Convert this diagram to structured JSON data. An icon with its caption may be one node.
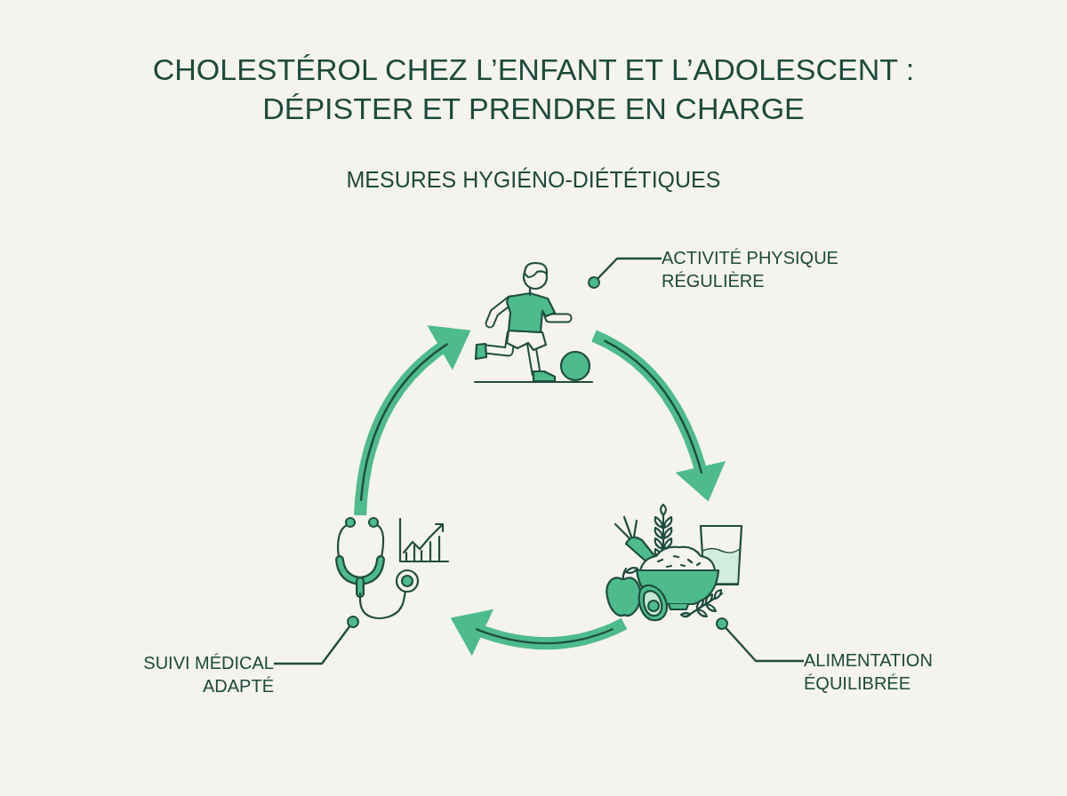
{
  "diagram": {
    "title": "CHOLESTÉROL CHEZ L’ENFANT ET L’ADOLESCENT : DÉPISTER ET PRENDRE EN CHARGE",
    "nodes": [
      {
        "text": [
          "ACTIVITÉ PHYSIQUE RÉGULIÈRE"
        ]
      },
      {
        "text": [],
        "shape": "picture"
      },
      {
        "text": [],
        "shape": "picture"
      },
      {
        "text": [
          "ALIMENTATION ÉQUILIBRÉE"
        ]
      },
      {
        "text": [],
        "shape": "picture"
      },
      {
        "text": [
          "SUIVI MÉDICAL ADAPTÉ"
        ]
      }
    ],
    "edges": [
      {
        "from": 1,
        "to": 2,
        "arrow": "to",
        "style": "thick",
        "color": "#4dbb8c"
      },
      {
        "from": 2,
        "to": 4,
        "arrow": "to",
        "style": "thick",
        "color": "#4dbb8c"
      },
      {
        "from": 4,
        "to": 1,
        "arrow": "to",
        "style": "thick",
        "color": "#4dbb8c"
      },
      {
        "from": 0,
        "to": 1,
        "arrow": "other",
        "color": "#1f4d3f"
      },
      {
        "from": 3,
        "to": 2,
        "arrow": "other",
        "color": "#1f4d3f"
      },
      {
        "from": 5,
        "to": 4,
        "arrow": "other",
        "color": "#1f4d3f"
      }
    ],
    "labels": [
      "MESURES HYGIÉNO-DIÉTÉTIQUES"
    ]
  }
}
